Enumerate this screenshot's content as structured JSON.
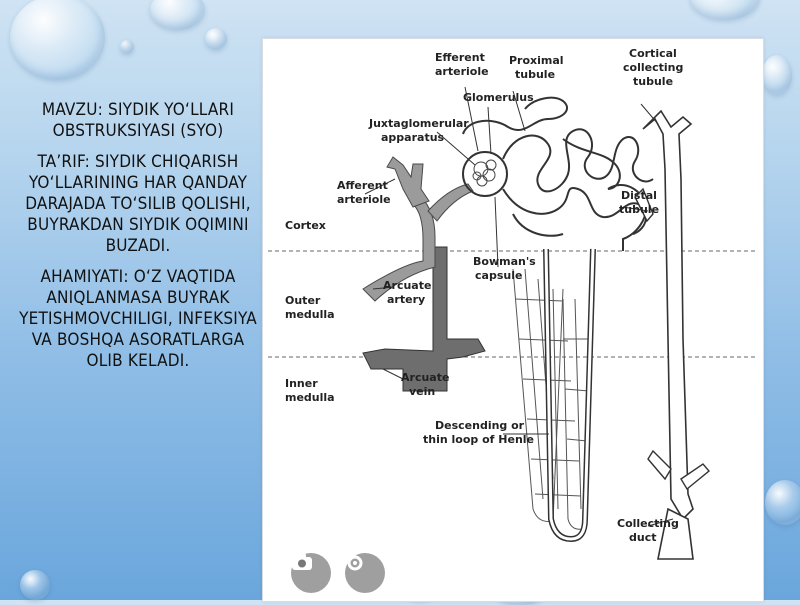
{
  "slide": {
    "topic": "MAVZU: SIYDIK YO‘LLARI OBSTRUKSIYASI (SYO)",
    "definition": "TA’RIF: SIYDIK CHIQARISH YO‘LLARINING HAR QANDAY DARAJADA TO‘SILIB QOLISHI, BUYRAKDAN SIYDIK OQIMINI BUZADI.",
    "importance": "AHAMIYATI: O‘Z VAQTIDA ANIQLANMASA BUYRAK YETISHMOVCHILIGI, INFEKSIYA VA BOSHQA ASORATLARGA OLIB KELADI."
  },
  "diagram": {
    "labels": {
      "efferent_1": "Efferent",
      "efferent_2": "arteriole",
      "proximal_1": "Proximal",
      "proximal_2": "tubule",
      "cortical_1": "Cortical",
      "cortical_2": "collecting",
      "cortical_3": "tubule",
      "glomerulus": "Glomerulus",
      "juxta_1": "Juxtaglomerular",
      "juxta_2": "apparatus",
      "afferent_1": "Afferent",
      "afferent_2": "arteriole",
      "distal_1": "Distal",
      "distal_2": "tubule",
      "bowman_1": "Bowman's",
      "bowman_2": "capsule",
      "arc_artery_1": "Arcuate",
      "arc_artery_2": "artery",
      "arc_vein_1": "Arcuate",
      "arc_vein_2": "vein",
      "henle_1": "Descending or",
      "henle_2": "thin loop of Henle",
      "collecting_1": "Collecting",
      "collecting_2": "duct"
    },
    "zones": {
      "cortex": "Cortex",
      "outer_1": "Outer",
      "outer_2": "medulla",
      "inner_1": "Inner",
      "inner_2": "medulla"
    }
  },
  "icons": [
    "camera-icon",
    "settings-icon"
  ]
}
